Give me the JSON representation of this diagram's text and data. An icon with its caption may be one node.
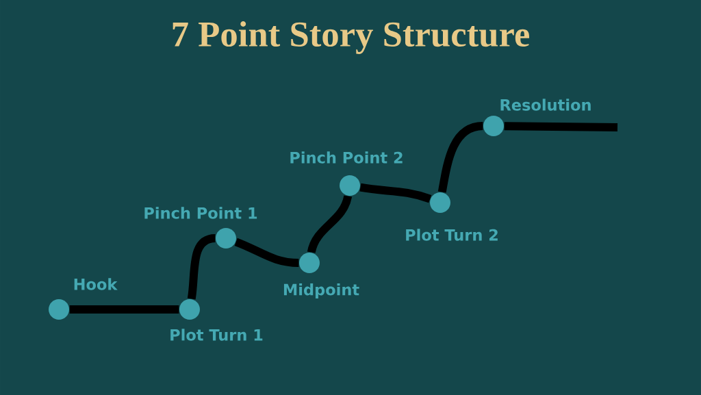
{
  "diagram": {
    "title": "7 Point Story Structure",
    "nodes": [
      {
        "text": [],
        "shape": "circle",
        "beside": [
          "Hook"
        ]
      },
      {
        "text": [],
        "shape": "circle",
        "beside": [
          "Plot  Turn 1"
        ]
      },
      {
        "text": [],
        "shape": "circle",
        "beside": [
          "Pinch Point 1"
        ]
      },
      {
        "text": [],
        "shape": "circle",
        "beside": [
          "Midpoint"
        ]
      },
      {
        "text": [],
        "shape": "circle",
        "beside": [
          "Pinch Point 2"
        ]
      },
      {
        "text": [],
        "shape": "circle",
        "beside": [
          "Plot Turn 2"
        ]
      },
      {
        "text": [],
        "shape": "circle",
        "beside": [
          "Resolution"
        ]
      }
    ],
    "edges": [
      {
        "from": 0,
        "to": 1,
        "arrow": "none"
      },
      {
        "from": 1,
        "to": 2,
        "arrow": "none"
      },
      {
        "from": 2,
        "to": 3,
        "arrow": "none"
      },
      {
        "from": 3,
        "to": 4,
        "arrow": "none"
      },
      {
        "from": 4,
        "to": 5,
        "arrow": "none"
      },
      {
        "from": 5,
        "to": 6,
        "arrow": "none"
      },
      {
        "from": 6,
        "to": null,
        "arrow": "none"
      }
    ]
  }
}
